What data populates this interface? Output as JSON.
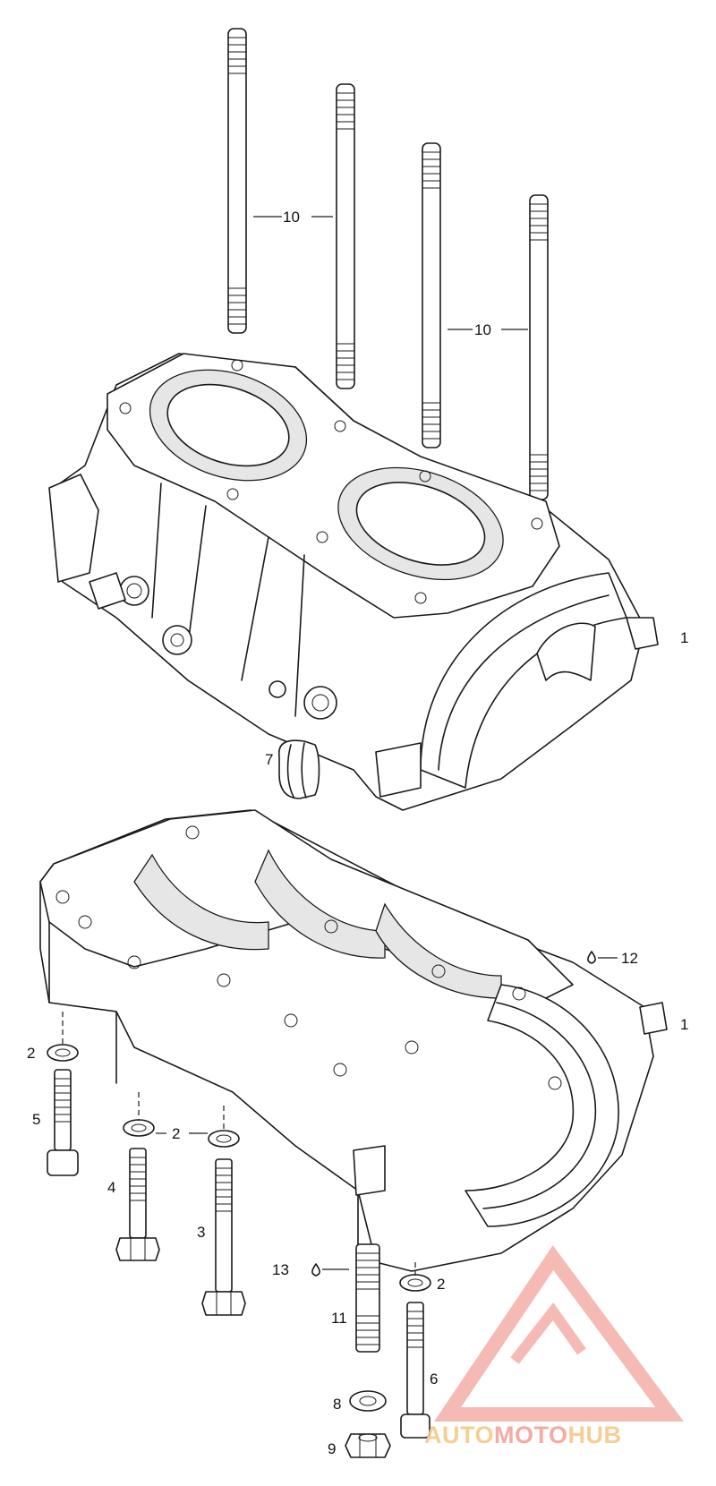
{
  "callouts": {
    "c10a": "10",
    "c10b": "10",
    "c1a": "1",
    "c7": "7",
    "c12": "12",
    "c1b": "1",
    "c2a": "2",
    "c5": "5",
    "c2b": "2",
    "c4": "4",
    "c3": "3",
    "c13": "13",
    "c2c": "2",
    "c11": "11",
    "c6": "6",
    "c8": "8",
    "c9": "9"
  },
  "watermark": {
    "part1": "AUTO",
    "part2": "MOTO",
    "part3": "HUB",
    "color_primary": "#f2a39a",
    "color_secondary": "#f5c98a"
  }
}
